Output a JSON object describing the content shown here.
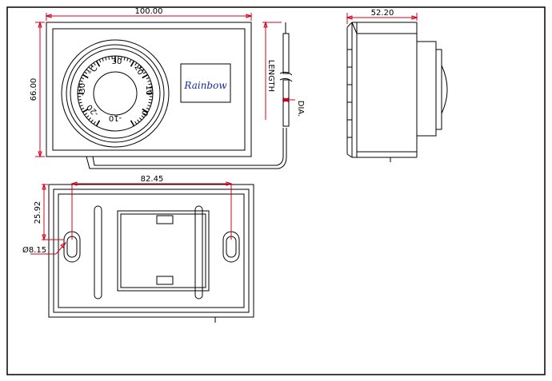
{
  "dimensions": {
    "width": "100.00",
    "height": "66.00",
    "depth": "52.20",
    "hole_spacing": "82.45",
    "hole_offset": "25.92",
    "hole_dia": "Ø8.15",
    "length_label": "LENGTH",
    "dia_label": "DIA."
  },
  "dial": {
    "unit": "°C",
    "scale": [
      "30",
      "20",
      "10",
      "0",
      "-10",
      "-20",
      "-30"
    ]
  },
  "brand": {
    "logo_text": "Rainbow"
  },
  "colors": {
    "dimension": "#d0021b",
    "outline": "#000000",
    "logo": "#1a2a9a"
  }
}
